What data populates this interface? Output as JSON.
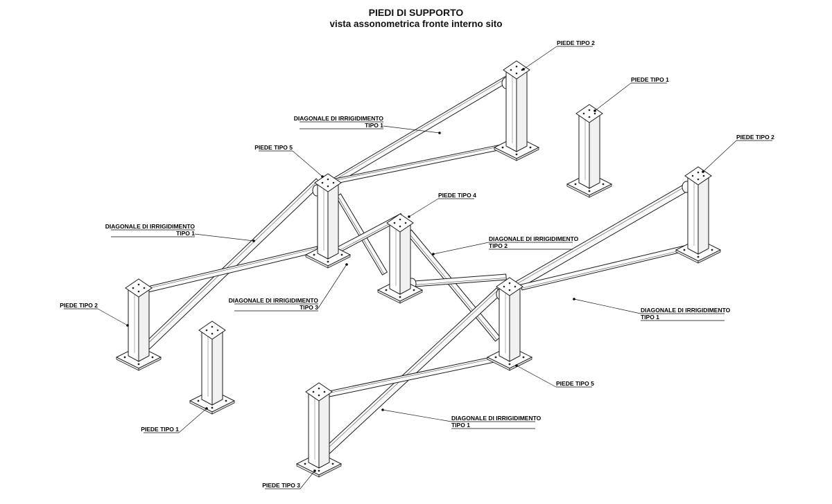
{
  "drawing": {
    "title": "PIEDI DI SUPPORTO",
    "subtitle": "vista assonometrica fronte interno sito"
  },
  "callouts": [
    {
      "id": "piede-tipo-2-top",
      "lines": [
        "PIEDE TIPO 2"
      ]
    },
    {
      "id": "piede-tipo-1-right",
      "lines": [
        "PIEDE TIPO 1"
      ]
    },
    {
      "id": "diagonale-tipo-1-top",
      "lines": [
        "DIAGONALE DI IRRIGIDIMENTO",
        "TIPO 1"
      ]
    },
    {
      "id": "piede-tipo-5-left",
      "lines": [
        "PIEDE TIPO 5"
      ]
    },
    {
      "id": "piede-tipo-2-right",
      "lines": [
        "PIEDE TIPO 2"
      ]
    },
    {
      "id": "piede-tipo-4",
      "lines": [
        "PIEDE TIPO 4"
      ]
    },
    {
      "id": "diagonale-tipo-1-left",
      "lines": [
        "DIAGONALE DI IRRIGIDIMENTO",
        "TIPO 1"
      ]
    },
    {
      "id": "diagonale-tipo-2",
      "lines": [
        "DIAGONALE DI IRRIGIDIMENTO",
        "TIPO 2"
      ]
    },
    {
      "id": "diagonale-tipo-3",
      "lines": [
        "DIAGONALE DI IRRIGIDIMENTO",
        "TIPO 3"
      ]
    },
    {
      "id": "piede-tipo-2-left",
      "lines": [
        "PIEDE TIPO 2"
      ]
    },
    {
      "id": "diagonale-tipo-1-right",
      "lines": [
        "DIAGONALE DI IRRIGIDIMENTO",
        "TIPO 1"
      ]
    },
    {
      "id": "piede-tipo-5-right",
      "lines": [
        "PIEDE TIPO 5"
      ]
    },
    {
      "id": "diagonale-tipo-1-bottom",
      "lines": [
        "DIAGONALE DI IRRIGIDIMENTO",
        "TIPO 1"
      ]
    },
    {
      "id": "piede-tipo-1-left",
      "lines": [
        "PIEDE TIPO 1"
      ]
    },
    {
      "id": "piede-tipo-3",
      "lines": [
        "PIEDE TIPO 3"
      ]
    }
  ]
}
